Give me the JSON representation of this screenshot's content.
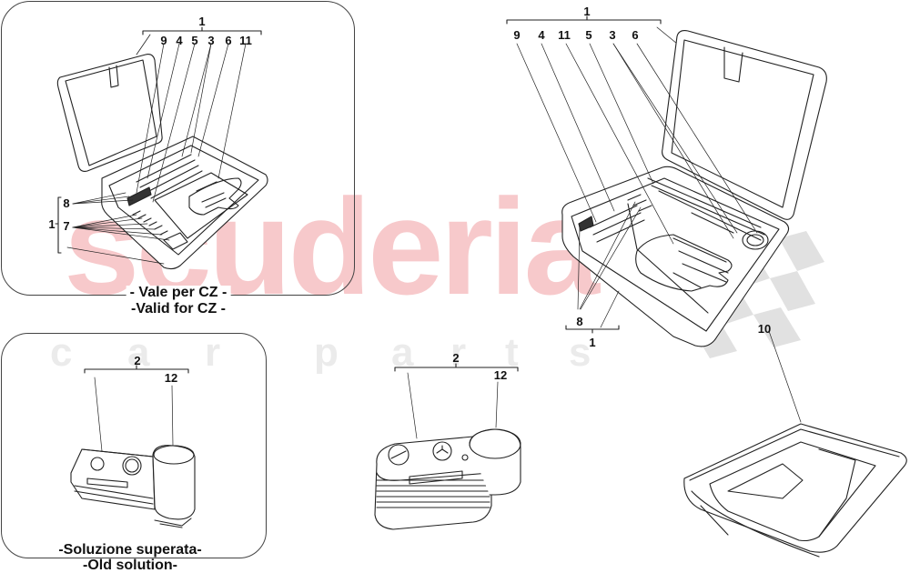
{
  "watermark": {
    "brand": "scuderia",
    "sub_letters": [
      "c",
      "a",
      "r",
      "p",
      "a",
      "r",
      "t",
      "s"
    ],
    "brand_color": "#f7c9cb",
    "sub_color": "#ebebeb",
    "flag_color": "#d9d9d9"
  },
  "panels": {
    "top_left": {
      "caption_line1": "- Vale per CZ -",
      "caption_line2": "-Valid for CZ -",
      "callouts": {
        "group": "1",
        "p9": "9",
        "p4": "4",
        "p5": "5",
        "p3": "3",
        "p6": "6",
        "p11": "11",
        "p8": "8",
        "p7": "7",
        "group_side": "1"
      }
    },
    "bottom_left": {
      "caption_line1": "-Soluzione superata-",
      "caption_line2": "-Old solution-",
      "callouts": {
        "group": "2",
        "p12": "12"
      }
    }
  },
  "main_kit": {
    "callouts": {
      "group_top": "1",
      "p9": "9",
      "p4": "4",
      "p11": "11",
      "p5": "5",
      "p3": "3",
      "p6": "6",
      "p8": "8",
      "group_bottom": "1"
    }
  },
  "compressor": {
    "callouts": {
      "group": "2",
      "p12": "12"
    }
  },
  "tray": {
    "callouts": {
      "p10": "10"
    }
  }
}
